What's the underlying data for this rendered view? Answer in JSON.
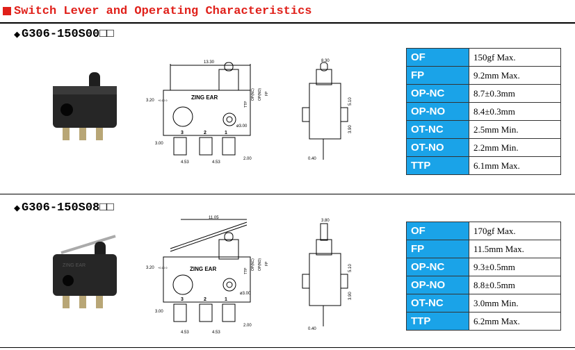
{
  "header": {
    "title": "Switch Lever and Operating Characteristics"
  },
  "products": [
    {
      "model": "G306-150S00□□",
      "brand": "ZING EAR",
      "dims": {
        "width": "13.30",
        "hole": "3.20",
        "tol": "+0.10 0",
        "mount": "ø3.00",
        "side": "3.00",
        "pitch1": "4.53",
        "pitch2": "4.53",
        "pin": "2.00",
        "thick": "8.30",
        "h1": "5.10",
        "h2": "3.90",
        "pinw": "0.40",
        "labels": [
          "TTP",
          "OP(NC)",
          "OP(NO)",
          "FP"
        ]
      },
      "pins": [
        "3",
        "2",
        "1"
      ],
      "specs": [
        {
          "key": "OF",
          "value": "150gf Max."
        },
        {
          "key": "FP",
          "value": "9.2mm Max."
        },
        {
          "key": "OP-NC",
          "value": "8.7±0.3mm"
        },
        {
          "key": "OP-NO",
          "value": "8.4±0.3mm"
        },
        {
          "key": "OT-NC",
          "value": "2.5mm Min."
        },
        {
          "key": "OT-NO",
          "value": "2.2mm Min."
        },
        {
          "key": "TTP",
          "value": "6.1mm Max."
        }
      ]
    },
    {
      "model": "G306-150S08□□",
      "brand": "ZING EAR",
      "dims": {
        "width": "11.05",
        "hole": "3.20",
        "tol": "+0.10 0",
        "mount": "ø3.00",
        "side": "3.00",
        "pitch1": "4.53",
        "pitch2": "4.53",
        "pin": "2.00",
        "thick": "3.80",
        "h1": "5.10",
        "h2": "3.90",
        "pinw": "0.40",
        "labels": [
          "TTP",
          "OP(NC)",
          "OP(NO)",
          "FP"
        ]
      },
      "pins": [
        "3",
        "2",
        "1"
      ],
      "specs": [
        {
          "key": "OF",
          "value": "170gf Max."
        },
        {
          "key": "FP",
          "value": "11.5mm Max."
        },
        {
          "key": "OP-NC",
          "value": "9.3±0.5mm"
        },
        {
          "key": "OP-NO",
          "value": "8.8±0.5mm"
        },
        {
          "key": "OT-NC",
          "value": "3.0mm Min."
        },
        {
          "key": "TTP",
          "value": "6.2mm Max."
        }
      ]
    }
  ]
}
